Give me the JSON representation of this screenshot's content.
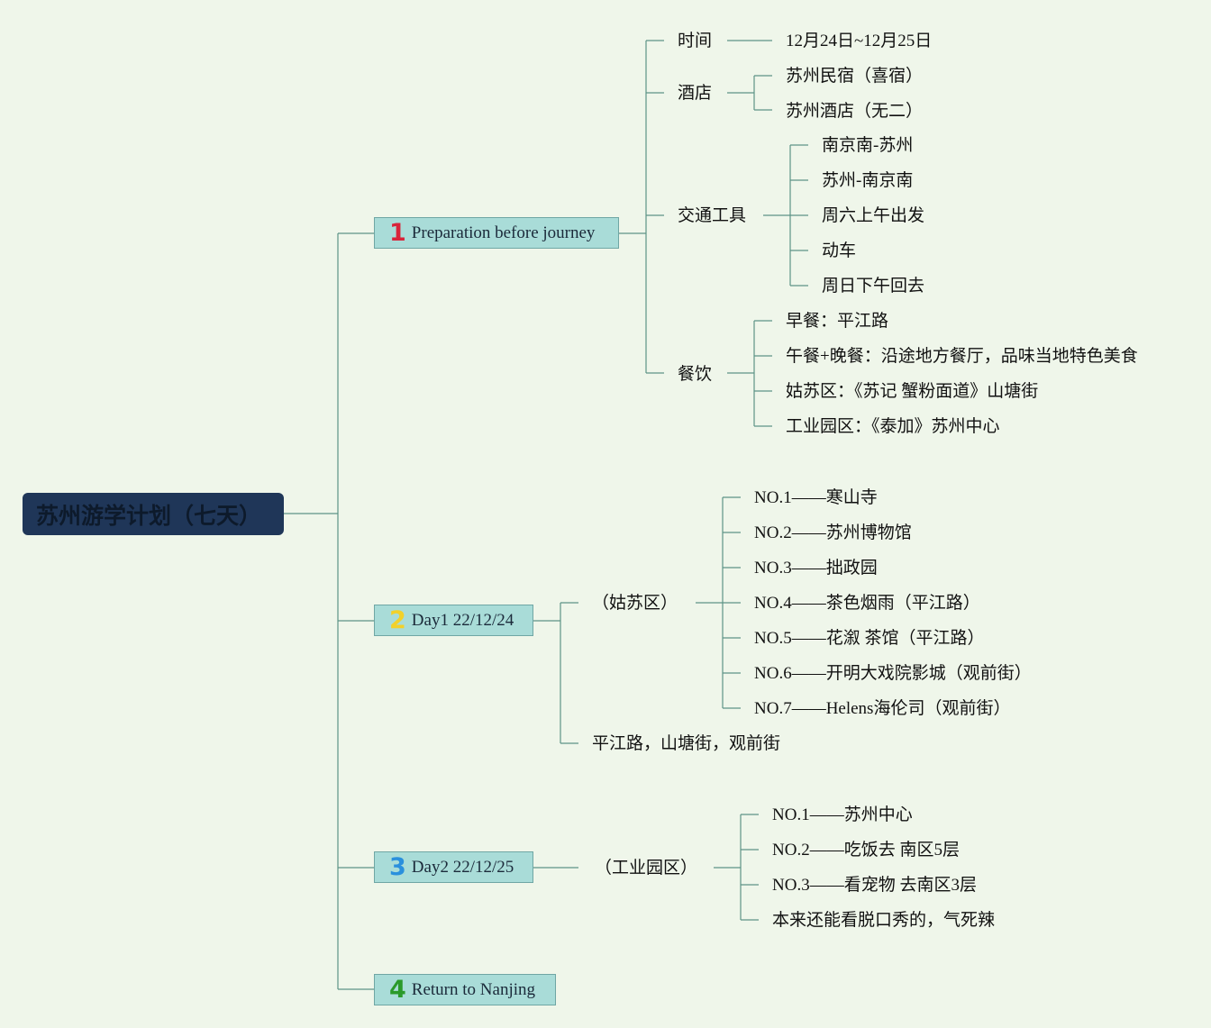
{
  "root": {
    "title": "苏州游学计划（七天）"
  },
  "branches": [
    {
      "number": "1",
      "number_color": "#d8243a",
      "label": "Preparation before journey",
      "children": [
        {
          "label": "时间",
          "children": [
            "12月24日~12月25日"
          ]
        },
        {
          "label": "酒店",
          "children": [
            "苏州民宿（喜宿）",
            "苏州酒店（无二）"
          ]
        },
        {
          "label": "交通工具",
          "children": [
            "南京南-苏州",
            "苏州-南京南",
            "周六上午出发",
            "动车",
            "周日下午回去"
          ]
        },
        {
          "label": "餐饮",
          "children": [
            "早餐：平江路",
            "午餐+晚餐：沿途地方餐厅，品味当地特色美食",
            "姑苏区：《苏记 蟹粉面道》山塘街",
            "工业园区：《泰加》苏州中心"
          ]
        }
      ]
    },
    {
      "number": "2",
      "number_color": "#f2d12a",
      "label": "Day1 22/12/24",
      "children": [
        {
          "label": "（姑苏区）",
          "children": [
            "NO.1——寒山寺",
            "NO.2——苏州博物馆",
            "NO.3——拙政园",
            "NO.4——茶色烟雨（平江路）",
            "NO.5——花溆 茶馆（平江路）",
            "NO.6——开明大戏院影城（观前街）",
            "NO.7——Helens海伦司（观前街）"
          ]
        },
        {
          "label": "平江路，山塘街，观前街",
          "children": []
        }
      ]
    },
    {
      "number": "3",
      "number_color": "#2a90dd",
      "label": "Day2 22/12/25",
      "children": [
        {
          "label": "（工业园区）",
          "children": [
            "NO.1——苏州中心",
            "NO.2——吃饭去 南区5层",
            "NO.3——看宠物 去南区3层",
            "本来还能看脱口秀的，气死辣"
          ]
        }
      ]
    },
    {
      "number": "4",
      "number_color": "#2a9a2a",
      "label": "Return to Nanjing",
      "children": []
    }
  ]
}
